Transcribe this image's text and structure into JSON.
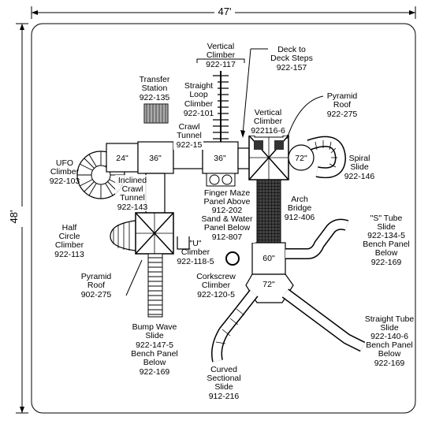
{
  "dimensions": {
    "width": "47'",
    "height": "48'"
  },
  "deck_sizes": {
    "d24": "24\"",
    "d36a": "36\"",
    "d36b": "36\"",
    "d72top": "72\"",
    "d60": "60\"",
    "d72bottom": "72\""
  },
  "labels": {
    "vertical_climber_117": [
      "Vertical",
      "Climber",
      "922-117"
    ],
    "deck_to_deck": [
      "Deck to",
      "Deck Steps",
      "922-157"
    ],
    "transfer_station": [
      "Transfer",
      "Station",
      "922-135"
    ],
    "straight_loop": [
      "Straight",
      "Loop",
      "Climber",
      "922-101"
    ],
    "pyramid_roof_top": [
      "Pyramid",
      "Roof",
      "922-275"
    ],
    "vertical_climber_116": [
      "Vertical",
      "Climber",
      "922116-6"
    ],
    "crawl_tunnel": [
      "Crawl",
      "Tunnel",
      "922-15"
    ],
    "ufo_climber": [
      "UFO",
      "Climber",
      "922-103"
    ],
    "inclined_crawl": [
      "Inclined",
      "Crawl",
      "Tunnel",
      "922-143"
    ],
    "spiral_slide": [
      "Spiral",
      "Slide",
      "922-146"
    ],
    "finger_maze": [
      "Finger Maze",
      "Panel Above",
      "912-202",
      "Sand & Water",
      "Panel Below",
      "912-807"
    ],
    "arch_bridge": [
      "Arch",
      "Bridge",
      "912-406"
    ],
    "s_tube": [
      "\"S\" Tube",
      "Slide",
      "922-134-5",
      "Bench Panel",
      "Below",
      "922-169"
    ],
    "half_circle": [
      "Half",
      "Circle",
      "Climber",
      "922-113"
    ],
    "u_climber": [
      "\"U\"",
      "Climber",
      "922-118-5"
    ],
    "pyramid_roof_left": [
      "Pyramid",
      "Roof",
      "902-275"
    ],
    "corkscrew": [
      "Corkscrew",
      "Climber",
      "922-120-5"
    ],
    "bump_wave": [
      "Bump Wave",
      "Slide",
      "922-147-5",
      "Bench Panel",
      "Below",
      "922-169"
    ],
    "straight_tube": [
      "Straight Tube",
      "Slide",
      "922-140-6",
      "Bench Panel",
      "Below",
      "922-169"
    ],
    "curved_sectional": [
      "Curved",
      "Sectional",
      "Slide",
      "912-216"
    ]
  }
}
